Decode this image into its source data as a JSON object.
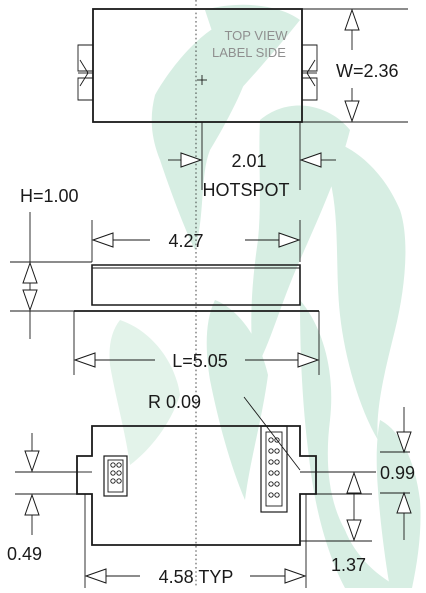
{
  "colors": {
    "line": "#1a1a1a",
    "background": "#ffffff",
    "watermark": "#d7eee3",
    "label_side_text": "#8f8f8f"
  },
  "watermark": {
    "icon": "leaf-logo-watermark"
  },
  "top_view": {
    "label_line1": "TOP VIEW",
    "label_line2": "LABEL SIDE",
    "width_dim": "W=2.36",
    "hotspot_value": "2.01",
    "hotspot_label": "HOTSPOT"
  },
  "side_view": {
    "height_dim": "H=1.00",
    "body_length_dim": "4.27",
    "overall_length_dim": "L=5.05"
  },
  "bottom_view": {
    "radius_dim": "R 0.09",
    "pin_offset_dim": "0.99",
    "slot_dim": "0.49",
    "connector_dim": "1.37",
    "mount_spacing_dim": "4.58 TYP"
  }
}
